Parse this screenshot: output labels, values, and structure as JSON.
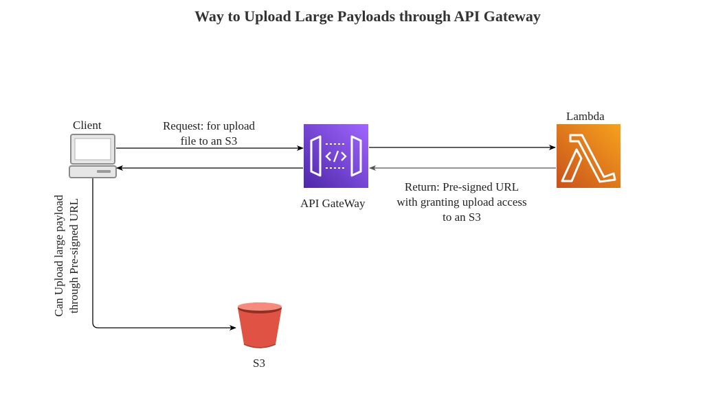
{
  "diagram": {
    "title": "Way to Upload Large Payloads through API Gateway",
    "nodes": {
      "client": {
        "label": "Client",
        "icon": "laptop-icon"
      },
      "api_gateway": {
        "label": "API GateWay",
        "icon": "api-gateway-icon",
        "color": "#7B3FE4"
      },
      "lambda": {
        "label": "Lambda",
        "icon": "lambda-icon",
        "color": "#E8730C"
      },
      "s3": {
        "label": "S3",
        "icon": "s3-bucket-icon",
        "color": "#E05243"
      }
    },
    "edges": {
      "request": {
        "line1": "Request: for upload",
        "line2": "file to an S3"
      },
      "return": {
        "line1": "Return: Pre-signed URL",
        "line2": "with granting upload access",
        "line3": "to an S3"
      },
      "upload": {
        "line1": "Can Upload large payload",
        "line2": "through Pre-signed URL"
      }
    }
  }
}
